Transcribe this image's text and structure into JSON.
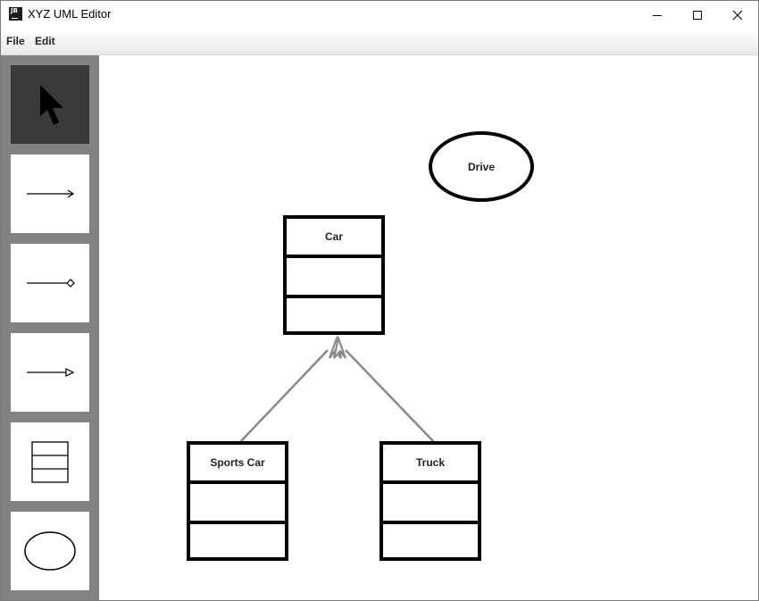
{
  "window": {
    "title": "XYZ UML Editor",
    "app_icon_text": "JB"
  },
  "menu": {
    "items": [
      "File",
      "Edit"
    ]
  },
  "toolbar": {
    "tools": [
      {
        "name": "select",
        "icon": "arrow-cursor-icon",
        "selected": true
      },
      {
        "name": "association-line",
        "icon": "association-line-icon",
        "selected": false
      },
      {
        "name": "composition-line",
        "icon": "composition-line-icon",
        "selected": false
      },
      {
        "name": "generalization-line",
        "icon": "generalization-line-icon",
        "selected": false
      },
      {
        "name": "class",
        "icon": "class-box-icon",
        "selected": false
      },
      {
        "name": "use-case",
        "icon": "use-case-ellipse-icon",
        "selected": false
      }
    ]
  },
  "diagram": {
    "classes": [
      {
        "name": "Car"
      },
      {
        "name": "Sports Car"
      },
      {
        "name": "Truck"
      }
    ],
    "use_cases": [
      {
        "name": "Drive"
      }
    ],
    "links": [
      {
        "type": "generalization",
        "from": "Sports Car",
        "to": "Car"
      },
      {
        "type": "generalization",
        "from": "Truck",
        "to": "Car"
      }
    ]
  },
  "colors": {
    "toolbar_bg": "#828282",
    "selected_tool_bg": "#3a3a3a",
    "link_color": "#8a8a8a"
  }
}
